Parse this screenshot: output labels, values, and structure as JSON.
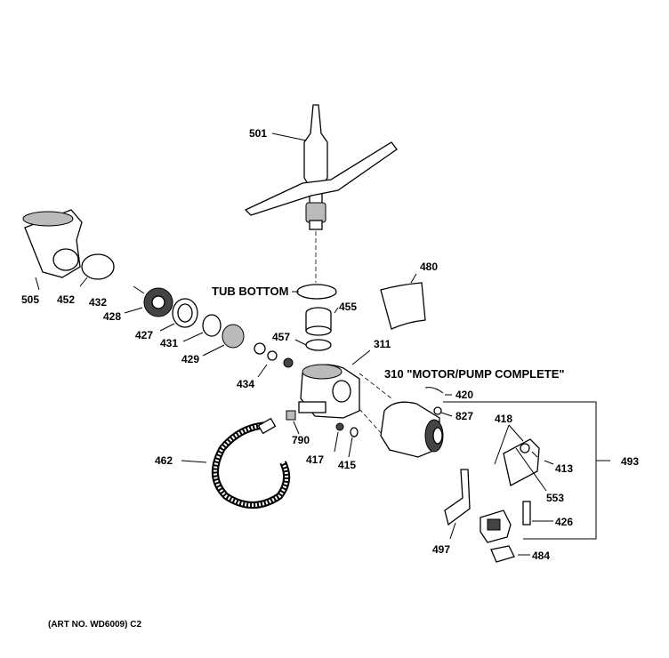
{
  "footer": {
    "art_no": "(ART NO. WD6009) C2"
  },
  "labels": {
    "tub_bottom": "TUB BOTTOM",
    "motor_pump": "310 \"MOTOR/PUMP COMPLETE\"",
    "p501": "501",
    "p505": "505",
    "p452": "452",
    "p432": "432",
    "p428": "428",
    "p427": "427",
    "p431": "431",
    "p429": "429",
    "p434": "434",
    "p455": "455",
    "p457": "457",
    "p480": "480",
    "p311": "311",
    "p420": "420",
    "p827": "827",
    "p418": "418",
    "p413": "413",
    "p493": "493",
    "p553": "553",
    "p426": "426",
    "p484": "484",
    "p497": "497",
    "p415": "415",
    "p417": "417",
    "p790": "790",
    "p462": "462"
  }
}
